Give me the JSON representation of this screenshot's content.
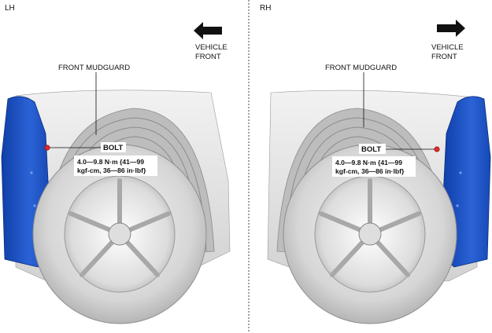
{
  "panels": [
    {
      "side_label": "LH",
      "vehicle_front_line1": "VEHICLE",
      "vehicle_front_line2": "FRONT",
      "arrow_direction": "left",
      "part_label": "FRONT MUDGUARD",
      "bolt_label": "BOLT",
      "torque_line1": "4.0—9.8 N·m {41—99",
      "torque_line2": "kgf-cm, 36—86 in·lbf}"
    },
    {
      "side_label": "RH",
      "vehicle_front_line1": "VEHICLE",
      "vehicle_front_line2": "FRONT",
      "arrow_direction": "right",
      "part_label": "FRONT MUDGUARD",
      "bolt_label": "BOLT",
      "torque_line1": "4.0—9.8 N·m {41—99",
      "torque_line2": "kgf-cm, 36—86 in·lbf}"
    }
  ],
  "colors": {
    "mudguard_blue": "#1f55c8",
    "bolt_red": "#e0282a",
    "body_gray": "#e4e4e4",
    "tire_gray": "#cfcfcf"
  }
}
